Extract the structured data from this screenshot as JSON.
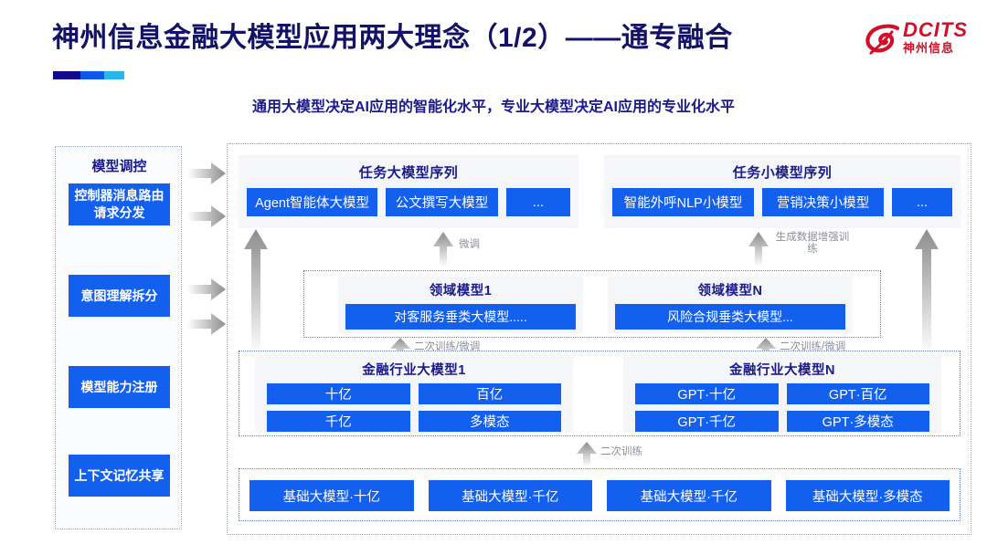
{
  "header": {
    "title": "神州信息金融大模型应用两大理念（1/2）——通专融合",
    "subtitle": "通用大模型决定AI应用的智能化水平，专业大模型决定AI应用的专业化水平",
    "logo": {
      "en": "DCITS",
      "cn": "神州信息",
      "mark": "swirl-logo-icon",
      "color": "#cf1028"
    },
    "accent_colors": [
      "#140b8c",
      "#0d58e8",
      "#29b6e8"
    ],
    "title_color": "#121266"
  },
  "sidebar": {
    "title": "模型调控",
    "items": [
      {
        "label": "控制器消息路由请求分发"
      },
      {
        "label": "意图理解拆分"
      },
      {
        "label": "模型能力注册"
      },
      {
        "label": "上下文记忆共享"
      }
    ]
  },
  "diagram": {
    "task_big": {
      "title": "任务大模型序列",
      "chips": [
        "Agent智能体大模型",
        "公文撰写大模型",
        "..."
      ]
    },
    "task_small": {
      "title": "任务小模型序列",
      "chips": [
        "智能外呼NLP小模型",
        "营销决策小模型",
        "..."
      ]
    },
    "domain": [
      {
        "title": "领域模型1",
        "chip": "对客服务垂类大模型....."
      },
      {
        "title": "领域模型N",
        "chip": "风险合规垂类大模型..."
      }
    ],
    "industry": [
      {
        "title": "金融行业大模型1",
        "cells": [
          "十亿",
          "百亿",
          "千亿",
          "多模态"
        ]
      },
      {
        "title": "金融行业大模型N",
        "cells": [
          "GPT·十亿",
          "GPT·百亿",
          "GPT·千亿",
          "GPT·多模态"
        ]
      }
    ],
    "base": {
      "chips": [
        "基础大模型·十亿",
        "基础大模型·千亿",
        "基础大模型·千亿",
        "基础大模型·多模态"
      ]
    },
    "captions": {
      "finetune": "微调",
      "data_aug": "生成数据增强训练",
      "retrain_finetune_left": "二次训练/微调",
      "retrain_finetune_right": "二次训练/微调",
      "retrain": "二次训练"
    },
    "accent_blue": "#1360ef",
    "panel_bg": "#f4f6f9",
    "heading_color": "#1a1a8c"
  }
}
